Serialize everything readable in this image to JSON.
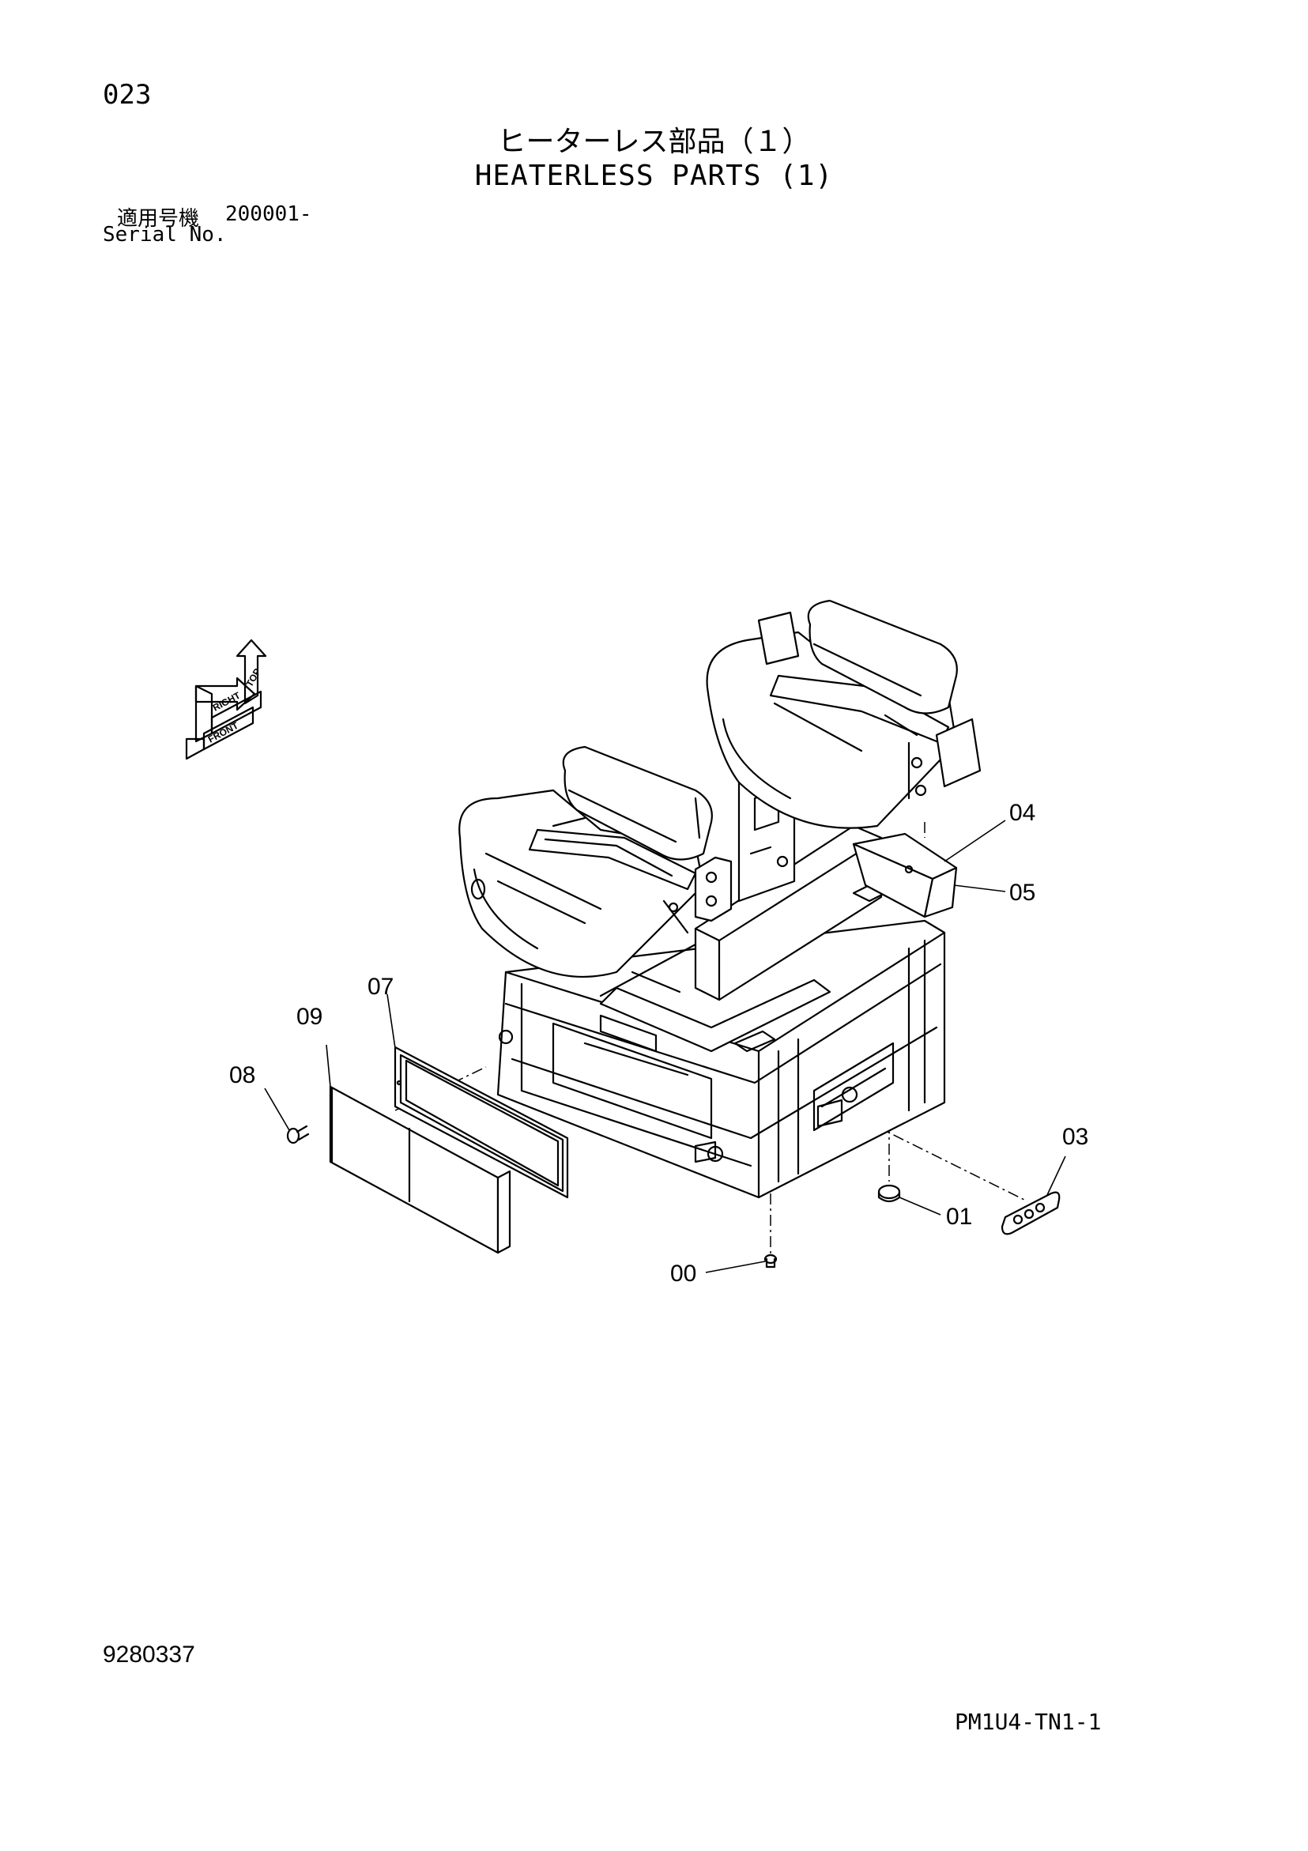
{
  "header": {
    "page_number": "023",
    "title_jp": "ヒーターレス部品（１）",
    "title_en": "HEATERLESS PARTS (1)",
    "serial_label_jp": "適用号機",
    "serial_value": "200001-",
    "serial_label_en": "Serial No."
  },
  "orientation": {
    "top": "TOP",
    "right": "RIGHT",
    "front": "FRONT"
  },
  "callouts": [
    "00",
    "01",
    "03",
    "04",
    "05",
    "07",
    "08",
    "09"
  ],
  "footer": {
    "drawing_number": "9280337",
    "figure_code": "PM1U4-TN1-1"
  }
}
